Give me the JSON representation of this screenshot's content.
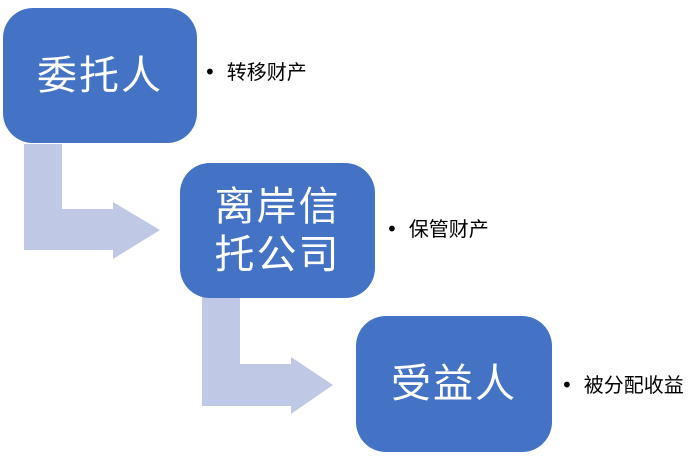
{
  "diagram": {
    "bullet_char": "•",
    "colors": {
      "node_fill": "#4472C4",
      "node_text": "#FFFFFF",
      "arrow_fill": "#BFC8E4",
      "bullet_text": "#000000",
      "background": "#FFFFFF"
    },
    "nodes": [
      {
        "label": "委托人",
        "lines": [
          "委托人"
        ],
        "bullet": "转移财产"
      },
      {
        "label": "离岸信托公司",
        "lines": [
          "离岸信",
          "托公司"
        ],
        "bullet": "保管财产"
      },
      {
        "label": "受益人",
        "lines": [
          "受益人"
        ],
        "bullet": "被分配收益"
      }
    ]
  }
}
